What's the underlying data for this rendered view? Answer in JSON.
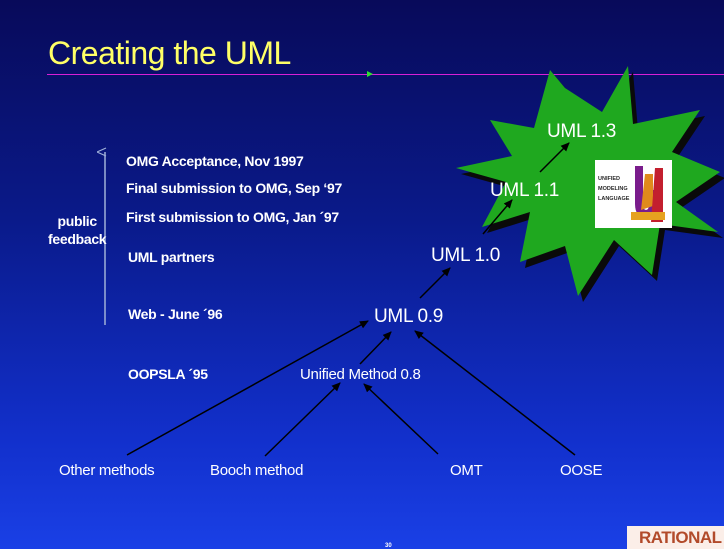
{
  "slide": {
    "title": "Creating the UML",
    "page_number": "30",
    "colors": {
      "title": "#ffff66",
      "rule": "#d81fd8",
      "burst": "#1fa81f",
      "background": "#0a1a8a"
    }
  },
  "timeline": {
    "side_label": "public\nfeedback",
    "events": [
      "OMG Acceptance, Nov 1997",
      "Final submission to OMG, Sep ‘97",
      "First submission to OMG, Jan ´97",
      "UML partners",
      "Web - June ´96",
      "OOPSLA ´95"
    ]
  },
  "versions": {
    "uml_13": "UML 1.3",
    "uml_11": "UML 1.1",
    "uml_10": "UML 1.0",
    "uml_09": "UML 0.9",
    "unified_method": "Unified Method 0.8"
  },
  "methods": [
    "Other methods",
    "Booch method",
    "OMT",
    "OOSE"
  ],
  "logos": {
    "uml_logo_text": [
      "UNIFIED",
      "MODELING",
      "LANGUAGE"
    ],
    "uml_logo_letters": "UML",
    "company_logo_text": "RATIONAL"
  }
}
